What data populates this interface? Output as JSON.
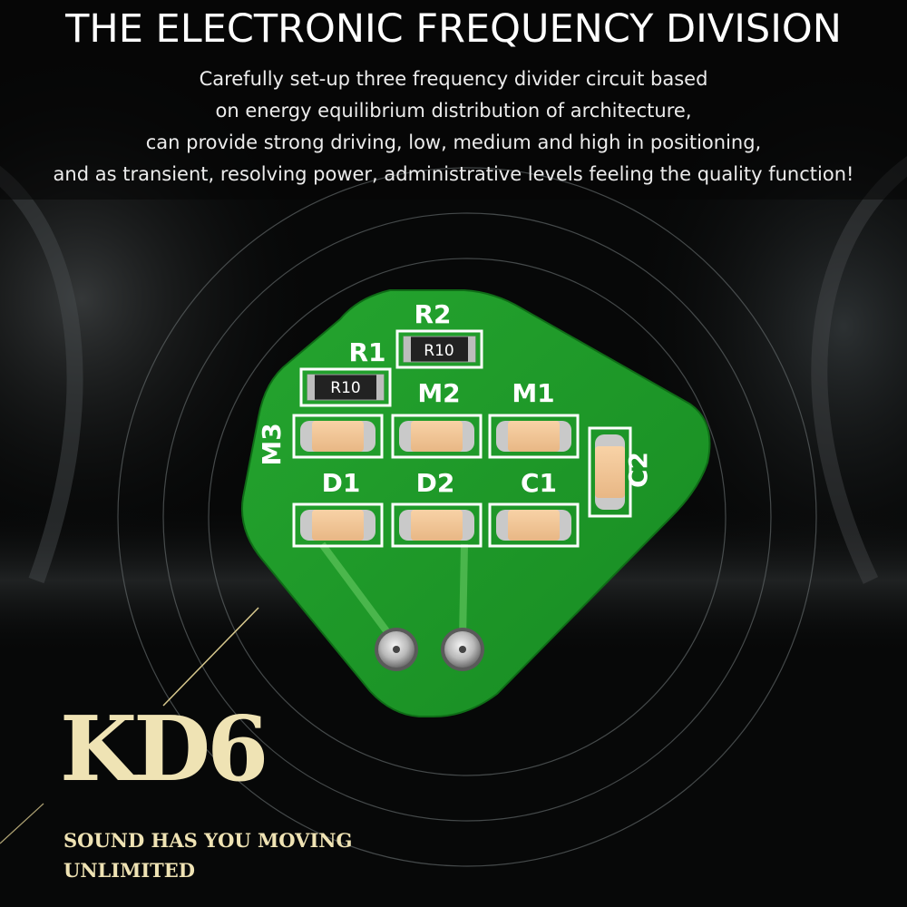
{
  "header": {
    "title": "THE ELECTRONIC FREQUENCY DIVISION",
    "description_lines": [
      "Carefully set-up three frequency divider circuit based",
      "on energy equilibrium distribution of architecture,",
      "can provide strong driving, low, medium and high in positioning,",
      "and as transient, resolving power, administrative levels feeling the quality function!"
    ]
  },
  "board": {
    "labels": {
      "r2": "R2",
      "r1": "R1",
      "m2": "M2",
      "m1": "M1",
      "m3": "M3",
      "c2": "C2",
      "d1": "D1",
      "d2": "D2",
      "c1": "C1"
    },
    "resistor_marking": "R10"
  },
  "brand": {
    "model": "KD6",
    "tagline_line1": "SOUND HAS YOU MOVING",
    "tagline_line2": "UNLIMITED"
  },
  "colors": {
    "background": "#070808",
    "pcb_green": "#1f9c2a",
    "silkscreen": "#ffffff",
    "brand_gold": "#efe3b4"
  }
}
